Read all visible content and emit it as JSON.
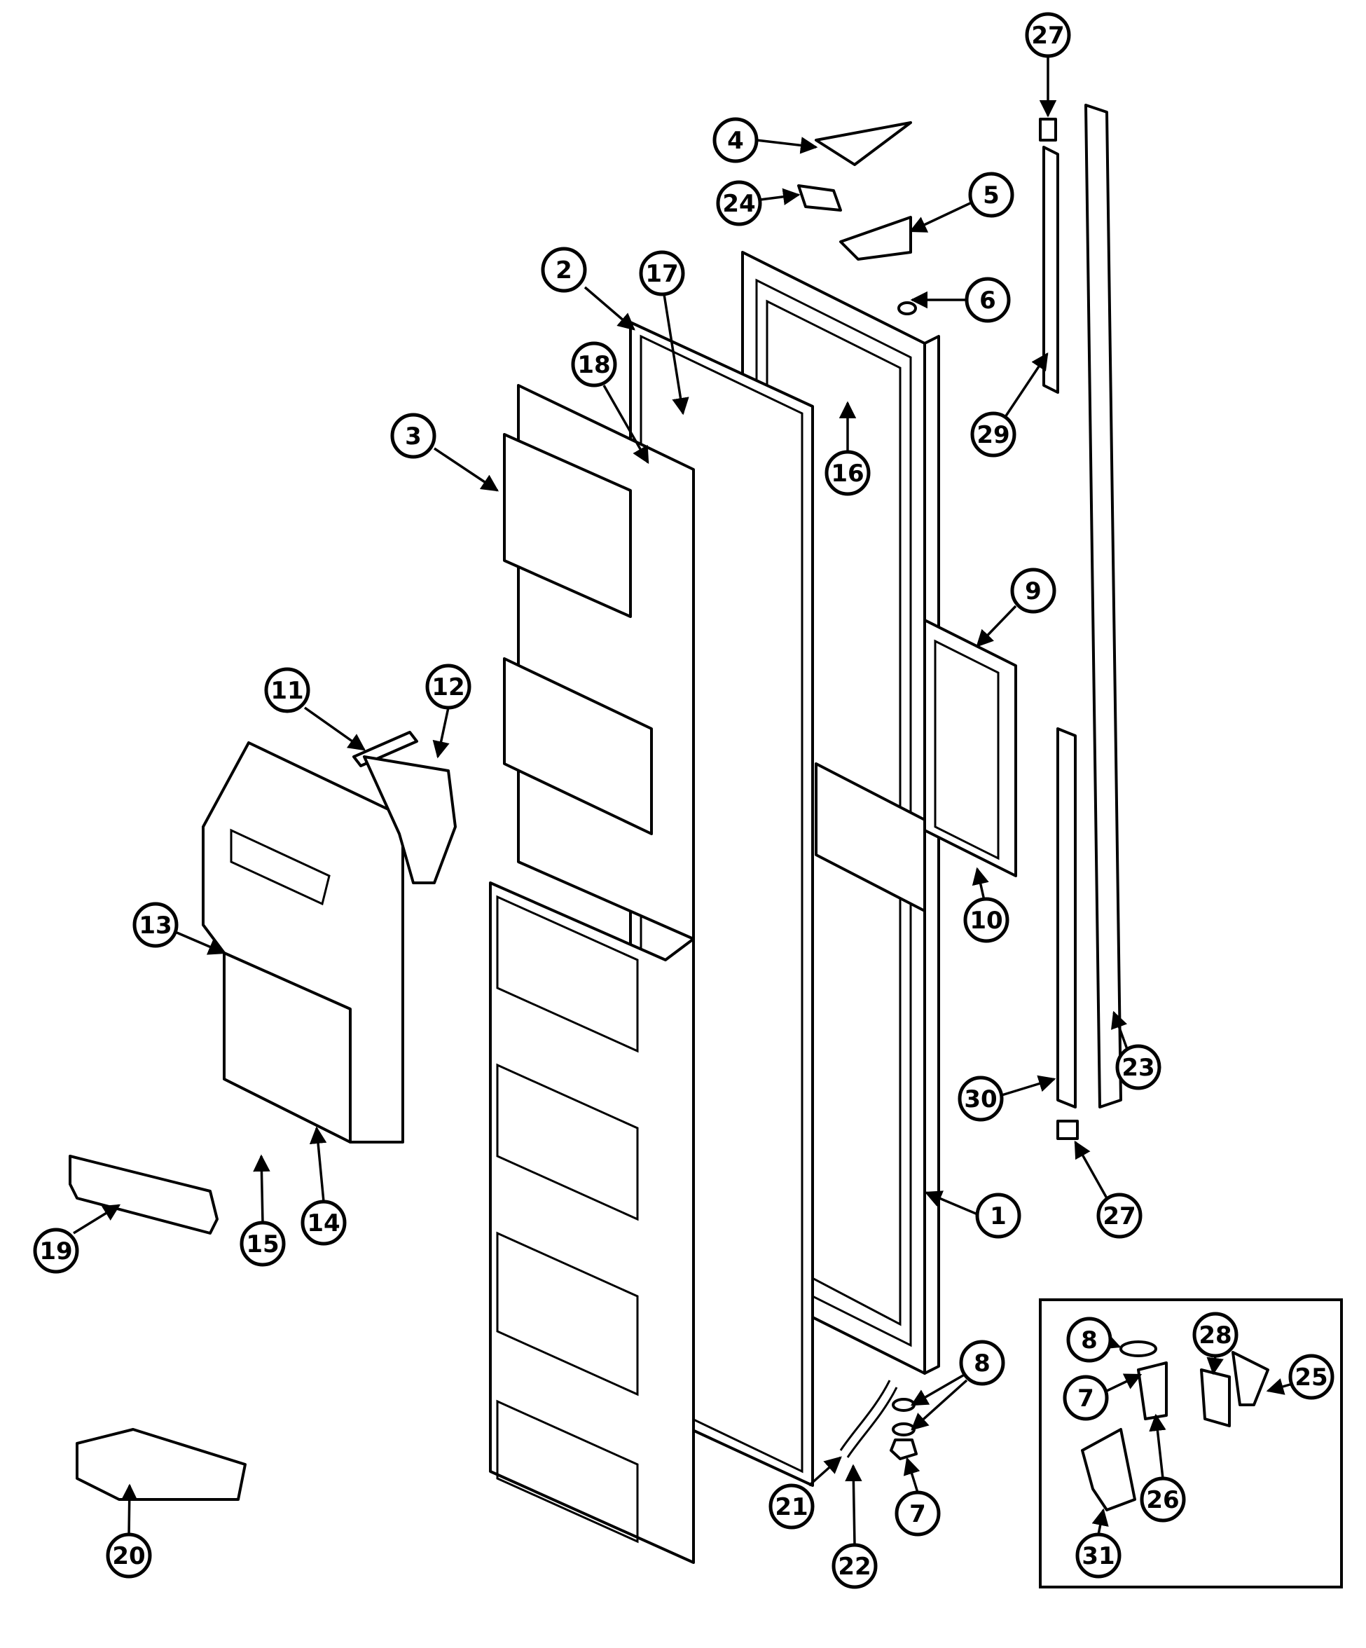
{
  "callouts": [
    "1",
    "2",
    "3",
    "4",
    "5",
    "6",
    "7",
    "8",
    "9",
    "10",
    "11",
    "12",
    "13",
    "14",
    "15",
    "16",
    "17",
    "18",
    "19",
    "20",
    "21",
    "22",
    "23",
    "24",
    "25",
    "26",
    "27",
    "28",
    "29",
    "30",
    "31"
  ],
  "duplicate_callouts": [
    "27",
    "7",
    "8"
  ]
}
